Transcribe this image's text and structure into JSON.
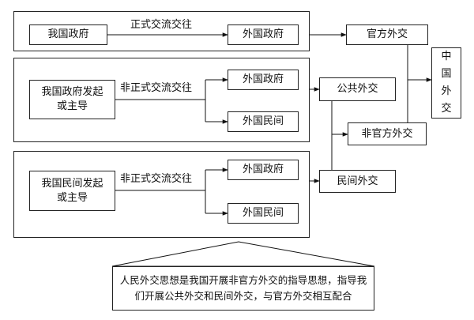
{
  "nodes": {
    "gov_a": "我国政府",
    "foreign_gov_a": "外国政府",
    "official": "官方外交",
    "china": [
      "中",
      "国",
      "外",
      "交"
    ],
    "gov_initiated": "我国政府发起或主导",
    "foreign_gov_b": "外国政府",
    "foreign_people_b": "外国民间",
    "public": "公共外交",
    "unofficial": "非官方外交",
    "people_initiated": "我国民间发起或主导",
    "foreign_gov_c": "外国政府",
    "foreign_people_c": "外国民间",
    "people_diplomacy": "民间外交"
  },
  "edge_labels": {
    "formal": "正式交流交往",
    "informal_a": "非正式交流交往",
    "informal_b": "非正式交流交往"
  },
  "note": "人民外交思想是我国开展非官方外交的指导思想，指导我们开展公共外交和民间外交，与官方外交相互配合"
}
